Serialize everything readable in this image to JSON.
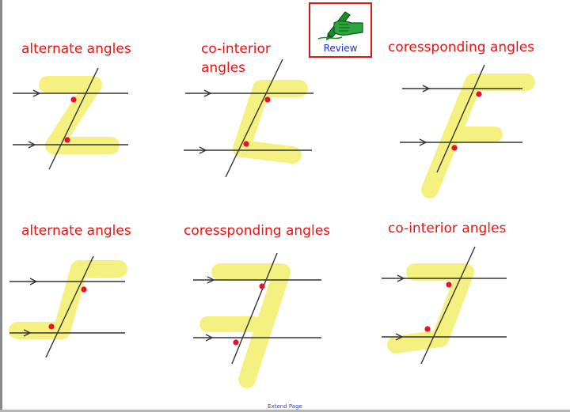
{
  "review_button": {
    "label": "Review",
    "icon": "hand-writing-icon",
    "border_color": "#e01515",
    "text_color": "#1a34d8"
  },
  "footer": {
    "link_label": "Extend Page"
  },
  "colors": {
    "label": "#f01010",
    "highlight": "#f4f07a",
    "line": "#333333",
    "dot": "#e8102a"
  },
  "diagrams": [
    {
      "label": "alternate angles",
      "shape_letter": "Z"
    },
    {
      "label": "co-interior angles",
      "shape_letter": "C"
    },
    {
      "label": "coressponding angles",
      "shape_letter": "F"
    },
    {
      "label": "alternate angles",
      "shape_letter": "S"
    },
    {
      "label": "coressponding angles",
      "shape_letter": "7"
    },
    {
      "label": "co-interior angles",
      "shape_letter": "⊃"
    }
  ]
}
